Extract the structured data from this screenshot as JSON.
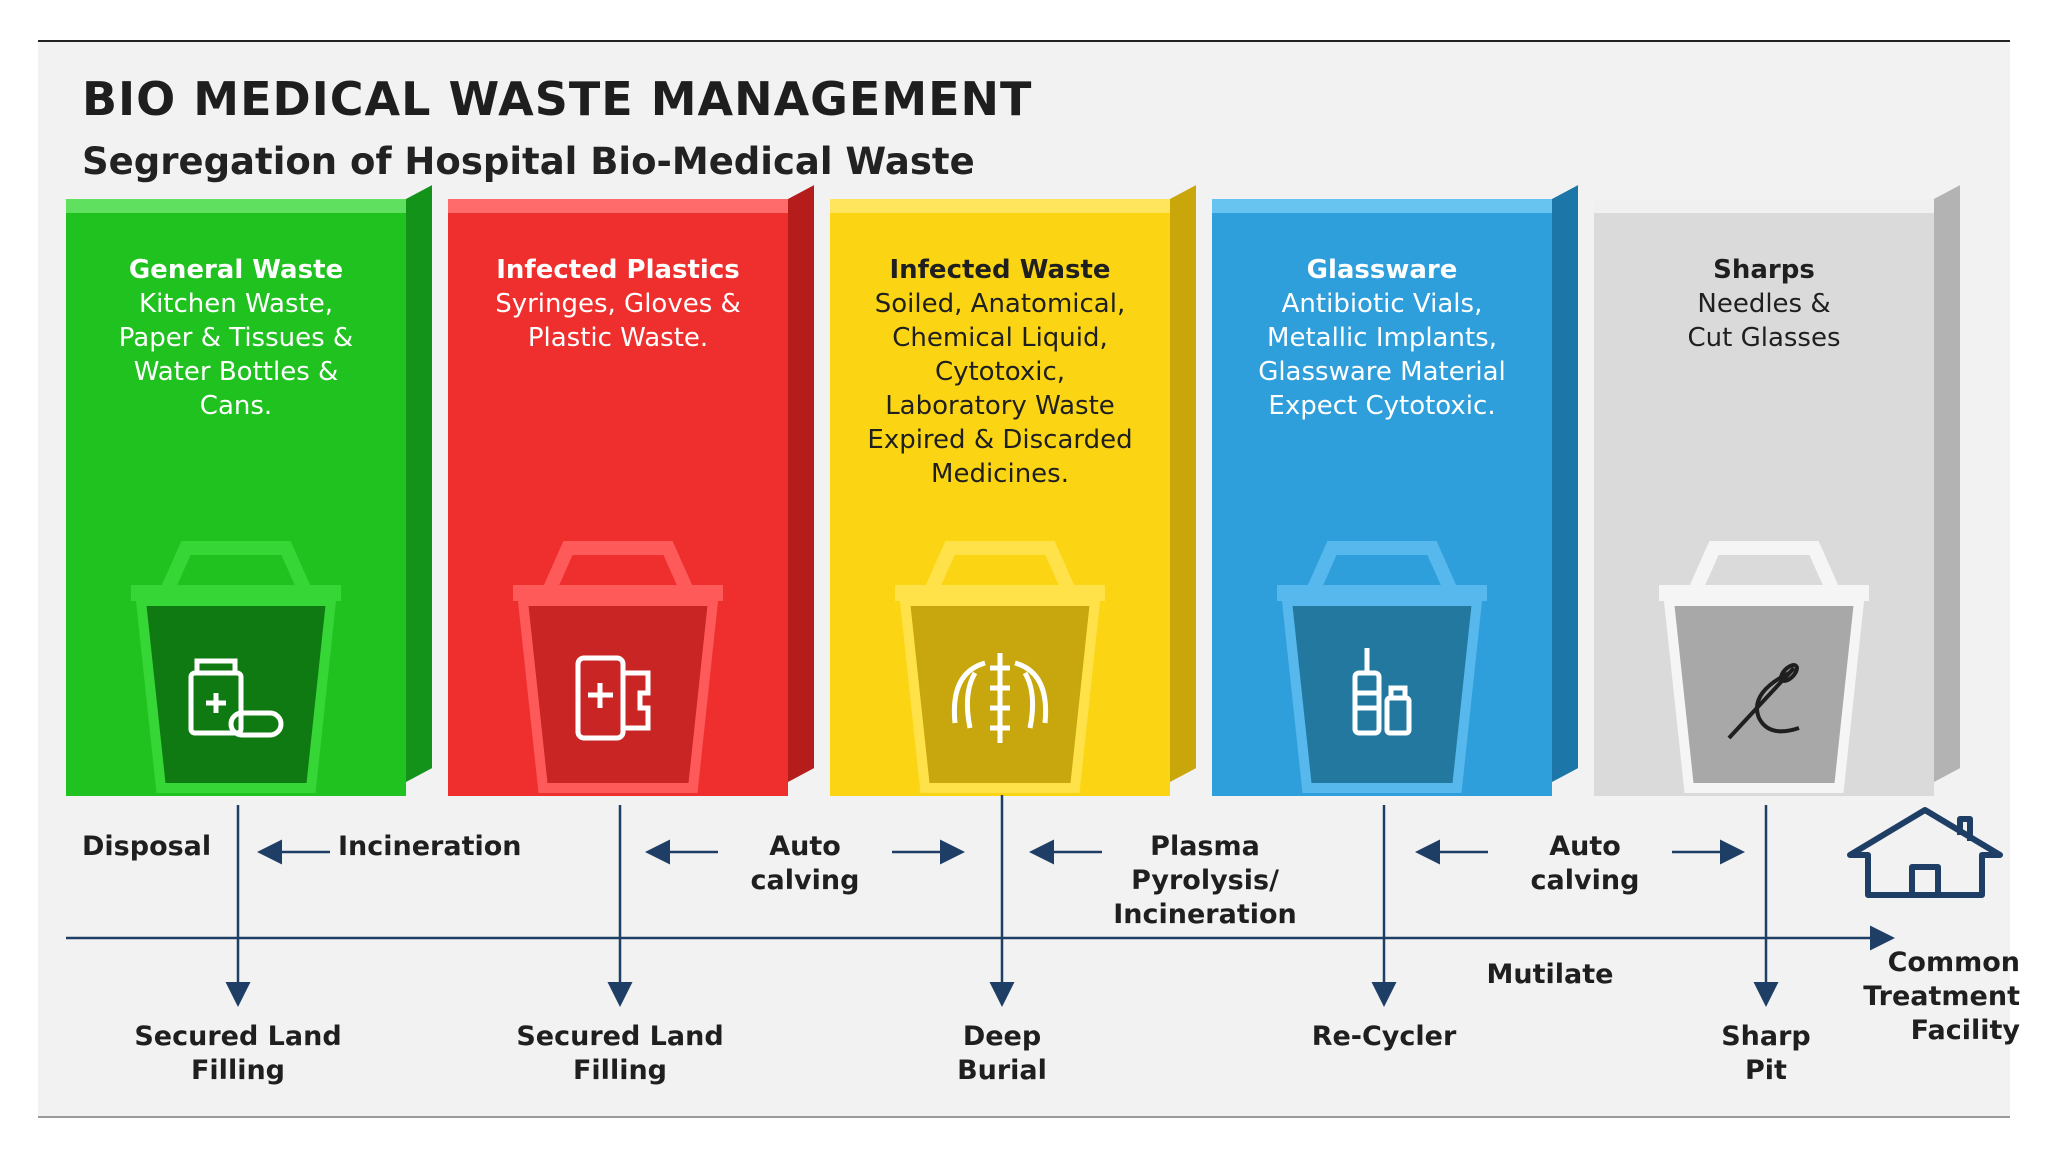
{
  "title": "BIO MEDICAL WASTE MANAGEMENT",
  "subtitle": "Segregation of Hospital Bio-Medical Waste",
  "colors": {
    "green": "#1fc21f",
    "red": "#ef2e2e",
    "yellow": "#fbd514",
    "blue": "#2f9fdc",
    "grey": "#dadada"
  },
  "categories": [
    {
      "heading": "General Waste",
      "desc": "Kitchen Waste,\nPaper & Tissues &\nWater Bottles &\nCans.",
      "color": "green",
      "icon": "medicine-bottle-pills-icon"
    },
    {
      "heading": "Infected Plastics",
      "desc": "Syringes, Gloves &\nPlastic Waste.",
      "color": "red",
      "icon": "plastic-roll-icon"
    },
    {
      "heading": "Infected Waste",
      "desc": "Soiled, Anatomical,\nChemical Liquid,\nCytotoxic,\nLaboratory Waste\nExpired & Discarded\nMedicines.",
      "color": "yellow",
      "icon": "ribcage-icon"
    },
    {
      "heading": "Glassware",
      "desc": "Antibiotic Vials,\nMetallic Implants,\nGlassware Material\nExpect Cytotoxic.",
      "color": "blue",
      "icon": "vials-icon"
    },
    {
      "heading": "Sharps",
      "desc": "Needles &\nCut Glasses",
      "color": "grey",
      "icon": "needle-thread-icon"
    }
  ],
  "treatments": {
    "disposal": "Disposal",
    "incineration": "Incineration",
    "autoclave1": "Auto\ncalving",
    "plasma": "Plasma\nPyrolysis/\nIncineration",
    "autoclave2": "Auto\ncalving",
    "mutilate": "Mutilate"
  },
  "outcomes": {
    "landfill1": "Secured Land\nFilling",
    "landfill2": "Secured Land\nFilling",
    "burial": "Deep\nBurial",
    "recycler": "Re-Cycler",
    "sharppit": "Sharp\nPit",
    "facility": "Common\nTreatment\nFacility"
  }
}
